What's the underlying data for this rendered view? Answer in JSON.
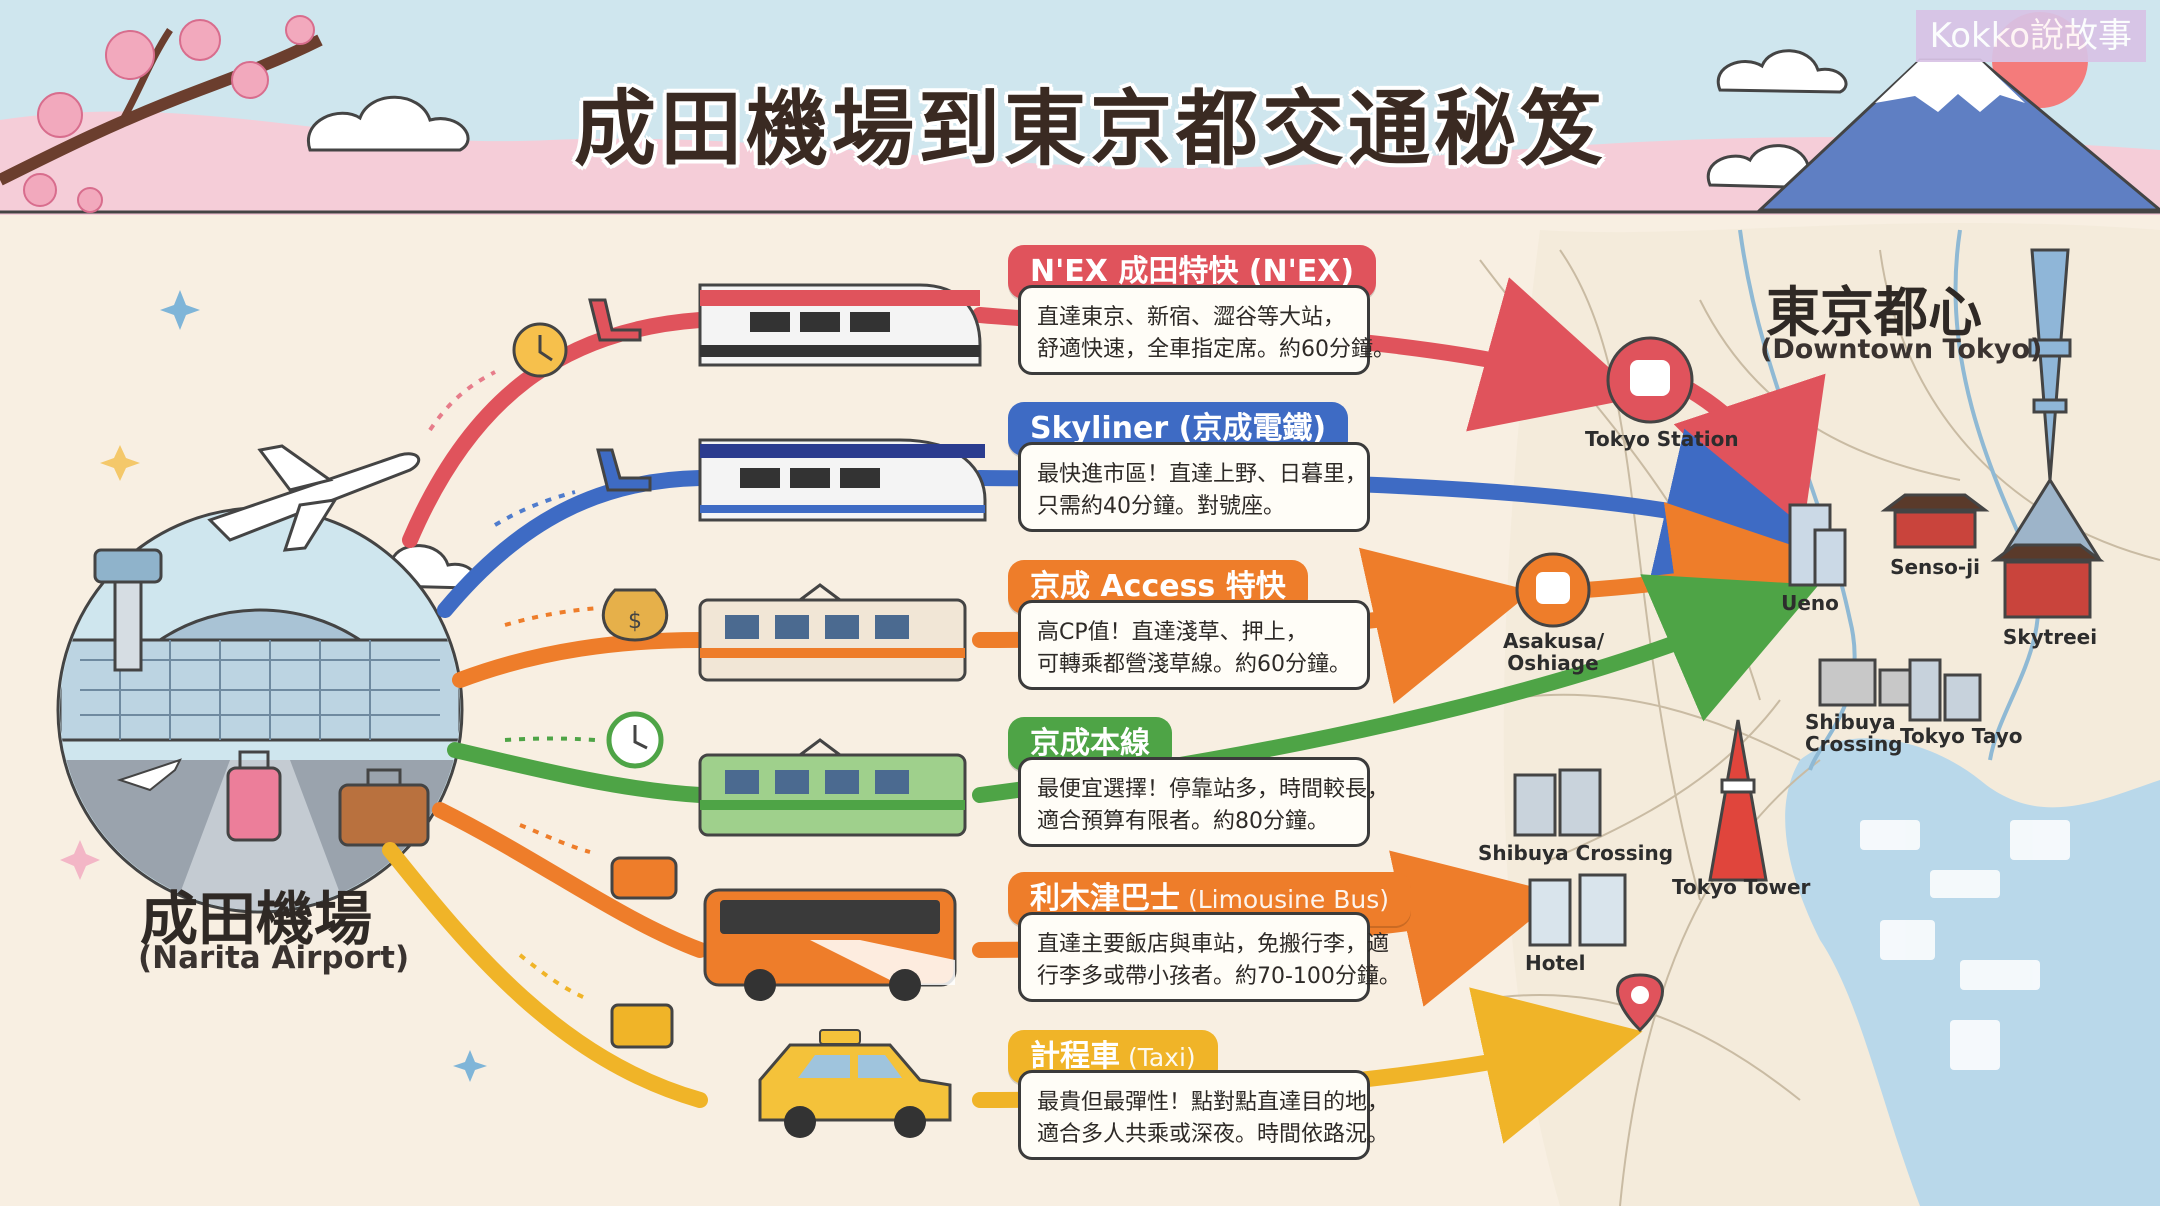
{
  "watermark": "Kokko說故事",
  "title": "成田機場到東京都交通秘笈",
  "origin": {
    "name_zh": "成田機場",
    "name_en": "(Narita Airport)"
  },
  "destination": {
    "name_zh": "東京都心",
    "name_en": "(Downtown Tokyo)"
  },
  "routes": [
    {
      "name": "N'EX 成田特快 (N'EX)",
      "name_sub": "",
      "line1": "直達東京、新宿、澀谷等大站，",
      "line2": "舒適快速，全車指定席。約60分鐘。",
      "color": "#e0535c",
      "vehicle": "nex-train-icon"
    },
    {
      "name": "Skyliner (京成電鐵)",
      "name_sub": "",
      "line1": "最快進市區！直達上野、日暮里，",
      "line2": "只需約40分鐘。對號座。",
      "color": "#3e6bc4",
      "vehicle": "skyliner-train-icon"
    },
    {
      "name": "京成 Access 特快",
      "name_sub": "",
      "line1": "高CP值！直達淺草、押上，",
      "line2": "可轉乘都營淺草線。約60分鐘。",
      "color": "#ee7d2a",
      "vehicle": "access-train-icon"
    },
    {
      "name": "京成本線",
      "name_sub": "",
      "line1": "最便宜選擇！停靠站多，時間較長，",
      "line2": "適合預算有限者。約80分鐘。",
      "color": "#4ea446",
      "vehicle": "local-train-icon"
    },
    {
      "name": "利木津巴士",
      "name_sub": " (Limousine Bus)",
      "line1": "直達主要飯店與車站，免搬行李，適",
      "line2": "行李多或帶小孩者。約70-100分鐘。",
      "color": "#ee7d2a",
      "vehicle": "bus-icon"
    },
    {
      "name": "計程車",
      "name_sub": " (Taxi)",
      "line1": "最貴但最彈性！點對點直達目的地，",
      "line2": "適合多人共乘或深夜。時間依路況。",
      "color": "#f0b428",
      "vehicle": "taxi-icon"
    }
  ],
  "places": {
    "tokyo_station": "Tokyo Station",
    "asakusa": "Asakusa/\nOshiage",
    "ueno": "Ueno",
    "senso_ji": "Senso-ji",
    "skytree": "Skytreei",
    "shibuya1": "Shibuya Crossing",
    "shibuya2": "Shibuya\nCrossing",
    "tokyo_tayo": "Tokyo Tayo",
    "tokyo_tower": "Tokyo Tower",
    "hotel": "Hotel"
  },
  "colors": {
    "sky": "#cfe6ee",
    "paper": "#f8efe2",
    "red": "#e0535c",
    "blue": "#3e6bc4",
    "orange": "#ee7d2a",
    "green": "#4ea446",
    "yellow": "#f0b428",
    "sea": "#b9d8ea"
  }
}
